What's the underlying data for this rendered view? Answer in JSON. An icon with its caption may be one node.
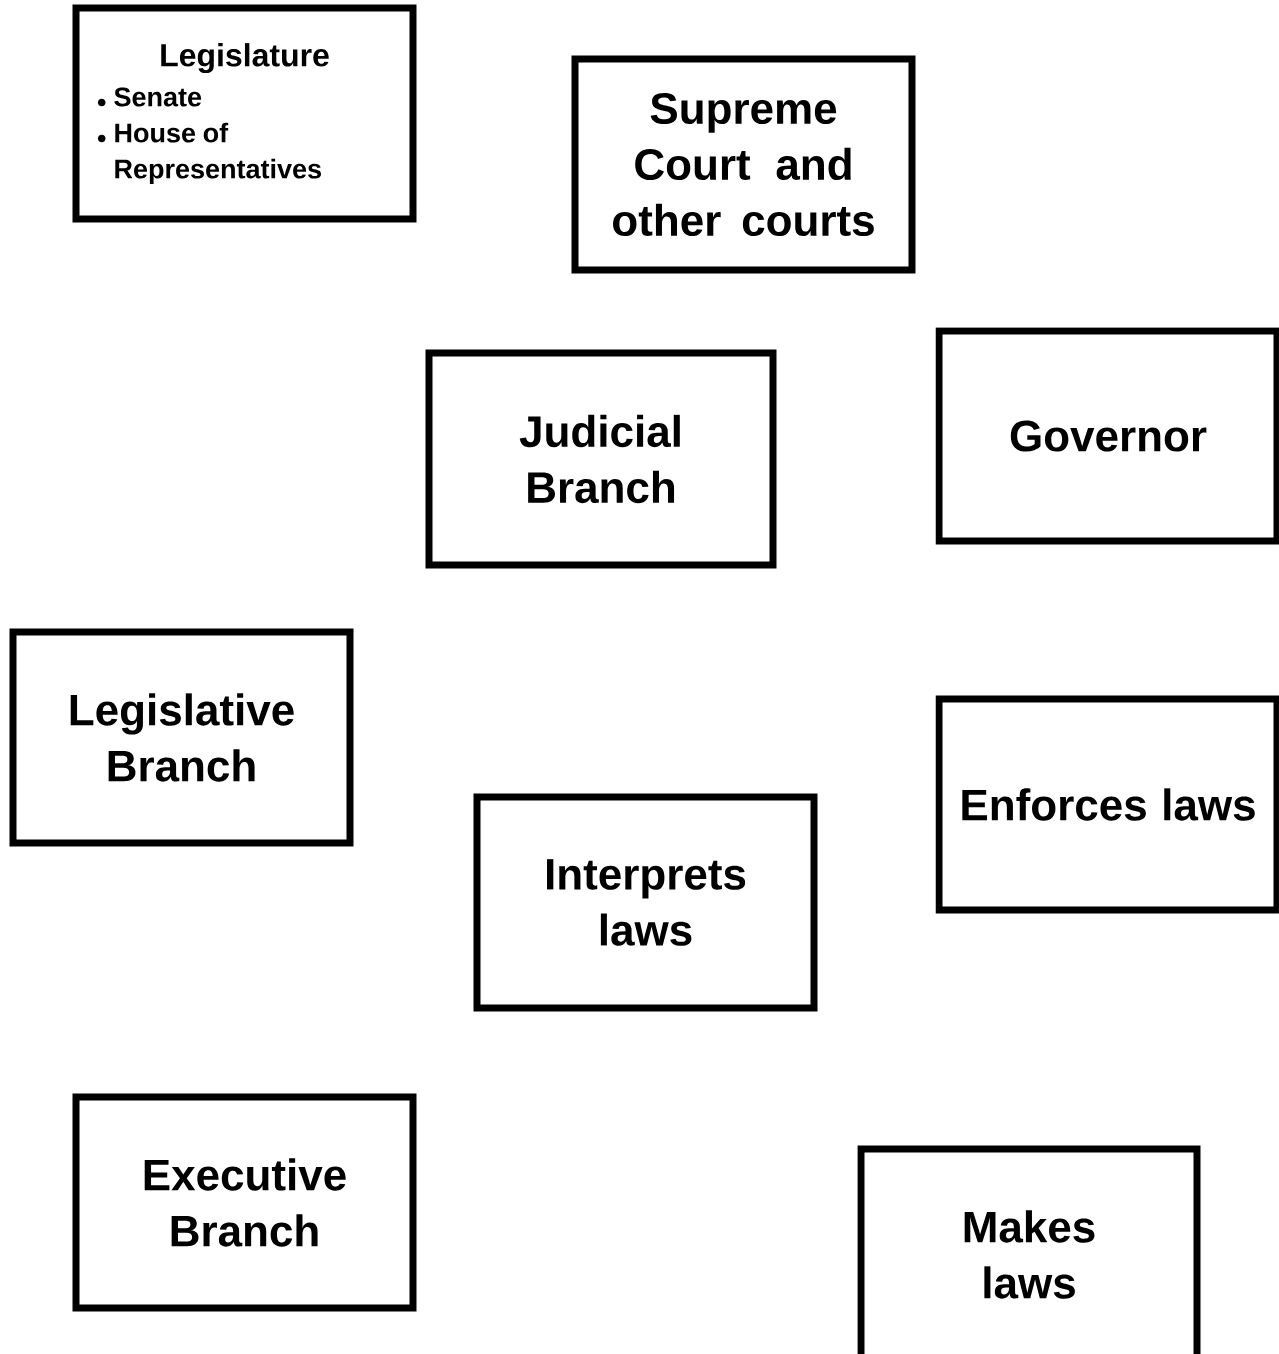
{
  "diagram": {
    "nodes": [
      {
        "text": [
          "Legislature",
          "Senate",
          "House of Representatives"
        ]
      },
      {
        "text": [
          "Supreme Court and other courts"
        ]
      },
      {
        "text": [
          "Judicial Branch"
        ]
      },
      {
        "text": [
          "Governor"
        ]
      },
      {
        "text": [
          "Legislative Branch"
        ]
      },
      {
        "text": [
          "Interprets laws"
        ]
      },
      {
        "text": [
          "Enforces laws"
        ]
      },
      {
        "text": [
          "Executive Branch"
        ]
      },
      {
        "text": [
          "Makes laws"
        ]
      }
    ]
  }
}
